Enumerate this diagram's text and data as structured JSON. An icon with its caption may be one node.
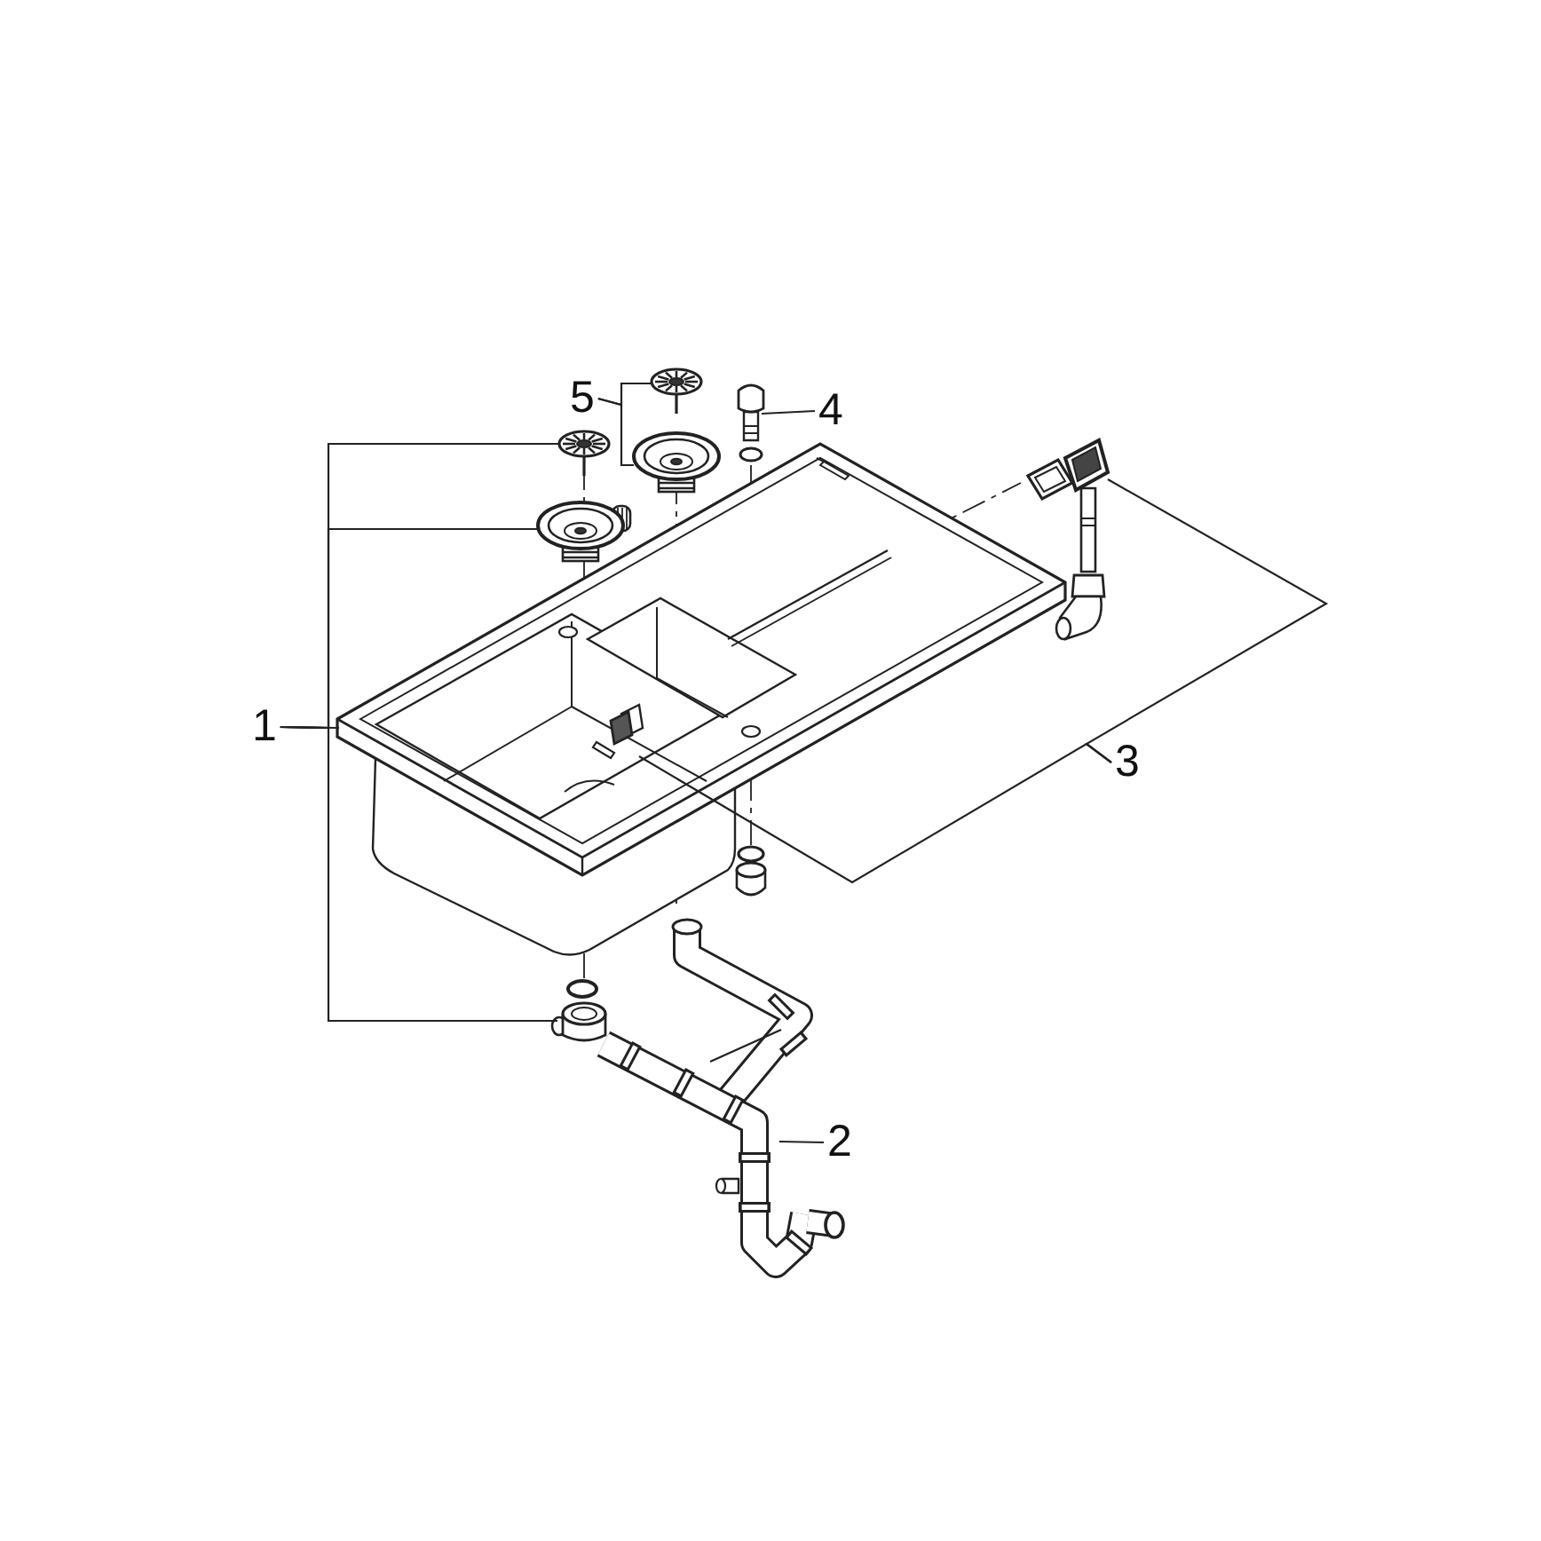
{
  "diagram": {
    "nodes": [
      {
        "text": [
          "5"
        ]
      },
      {
        "text": [],
        "shape": "picture"
      },
      {
        "text": [],
        "shape": "picture"
      },
      {
        "text": [
          "4"
        ]
      },
      {
        "text": [],
        "shape": "picture"
      },
      {
        "text": [
          "1"
        ]
      },
      {
        "text": [],
        "shape": "picture"
      },
      {
        "text": [],
        "shape": "picture"
      },
      {
        "text": [],
        "shape": "picture"
      },
      {
        "text": [],
        "shape": "picture"
      },
      {
        "text": [
          "3"
        ]
      },
      {
        "text": [],
        "shape": "picture"
      },
      {
        "text": [],
        "shape": "picture",
        "in": 8
      },
      {
        "text": [
          "2"
        ]
      },
      {
        "text": [],
        "shape": "picture"
      }
    ],
    "edges": [
      {
        "from": 0,
        "to": 1,
        "arrow": "none"
      },
      {
        "from": 0,
        "to": 2,
        "arrow": "none"
      },
      {
        "from": 3,
        "to": 4,
        "arrow": "none"
      },
      {
        "from": 5,
        "to": 6,
        "arrow": "none"
      },
      {
        "from": 5,
        "to": 7,
        "arrow": "none"
      },
      {
        "from": 5,
        "to": 8,
        "arrow": "none"
      },
      {
        "from": 5,
        "to": 9,
        "arrow": "none"
      },
      {
        "from": 10,
        "to": 11,
        "arrow": "none"
      },
      {
        "from": 10,
        "to": 12,
        "arrow": "none"
      },
      {
        "from": 13,
        "to": 14,
        "arrow": "none"
      }
    ]
  }
}
